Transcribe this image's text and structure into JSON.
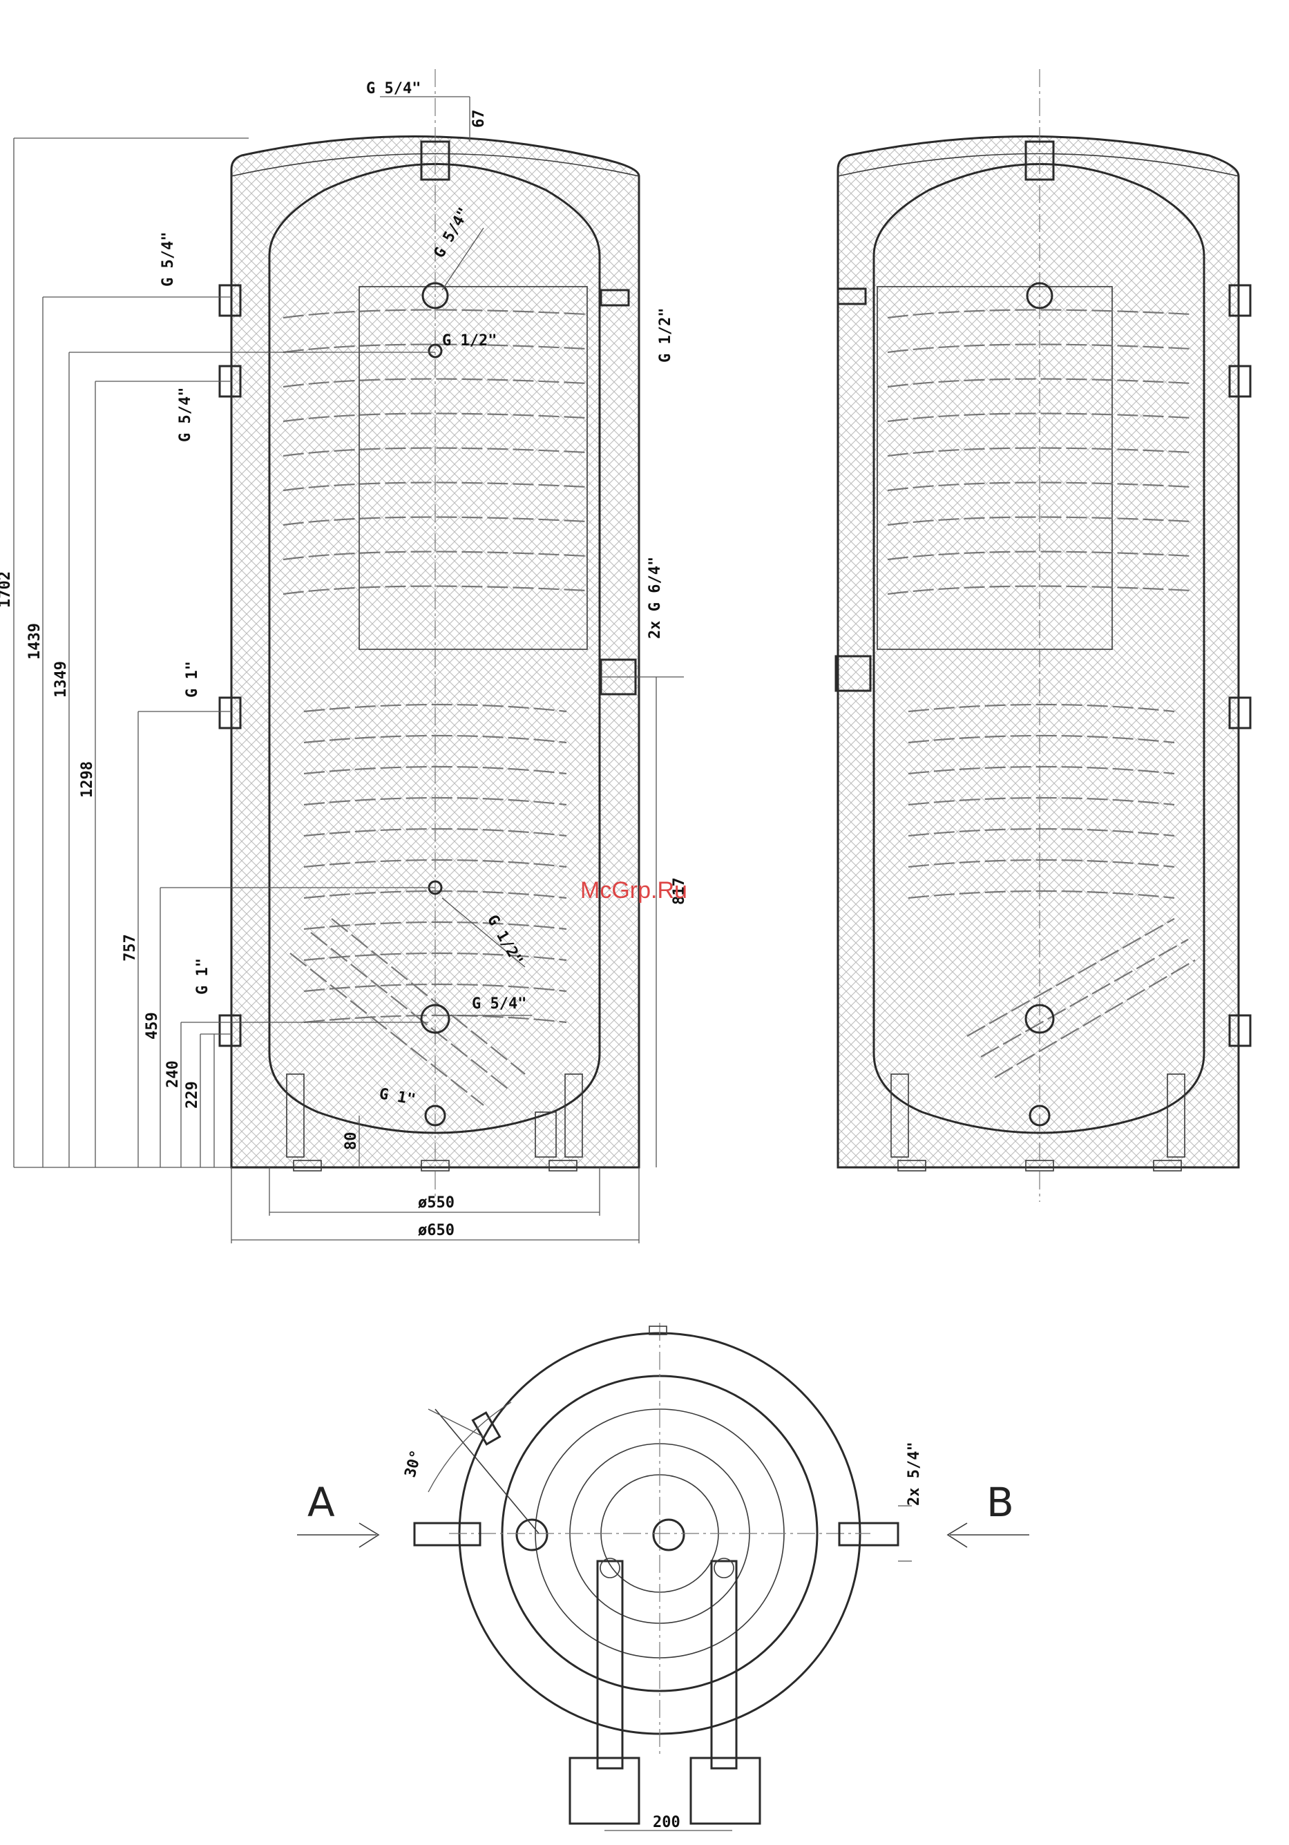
{
  "watermark": "McGrp.Ru",
  "dimensions": {
    "top_connection": "G 5/4\"",
    "top_offset": "67",
    "upper_outlet": "G 5/4\"",
    "upper_sensor": "G 1/2\"",
    "left_upper": "G 5/4\"",
    "left_mid": "G 5/4\"",
    "right_sensor": "G 1/2\"",
    "right_pair": "2x G 6/4\"",
    "left_g1_upper": "G 1\"",
    "left_g1_lower": "G 1\"",
    "lower_sensor": "G 1/2\"",
    "lower_outlet": "G 5/4\"",
    "bottom_drain": "G 1\"",
    "h_total": "1702",
    "h_1439": "1439",
    "h_1349": "1349",
    "h_1298": "1298",
    "h_757": "757",
    "h_459": "459",
    "h_240": "240",
    "h_229": "229",
    "h_80": "80",
    "v_817": "817",
    "d_inner": "ø550",
    "d_outer": "ø650",
    "angle": "30°",
    "right_side_conn": "2x 5/4\"",
    "spacing": "200",
    "view_a": "A",
    "view_b": "B"
  }
}
